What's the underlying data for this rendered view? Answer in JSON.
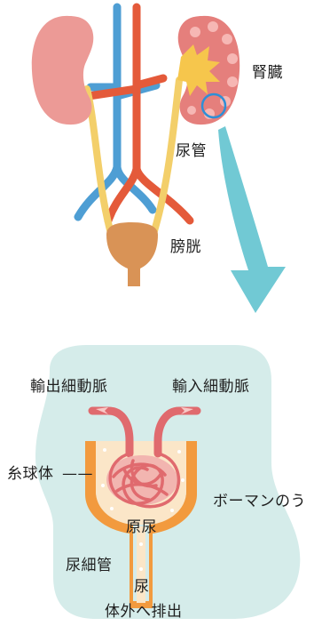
{
  "labels": {
    "kidney": "腎臓",
    "ureter": "尿管",
    "bladder": "膀胱",
    "efferent_arteriole": "輸出細動脈",
    "afferent_arteriole": "輸入細動脈",
    "glomerulus": "糸球体",
    "glomerulus_leader": "——",
    "bowman_capsule": "ボーマンのう",
    "primary_urine": "原尿",
    "renal_tubule": "尿細管",
    "urine": "尿",
    "excretion": "体外へ排出"
  },
  "colors": {
    "kidney": "#ec9a96",
    "kidney_dark": "#e57f7c",
    "pelvis": "#f6c64c",
    "ureter": "#f3cf6a",
    "vein": "#4e9ed4",
    "artery": "#e45a3a",
    "bladder": "#d99356",
    "arrow": "#71c9d4",
    "circle": "#2f8fd6",
    "capsule_bg": "#d5ecea",
    "capsule": "#f29a3e",
    "glomerulus": "#e06a6e"
  }
}
